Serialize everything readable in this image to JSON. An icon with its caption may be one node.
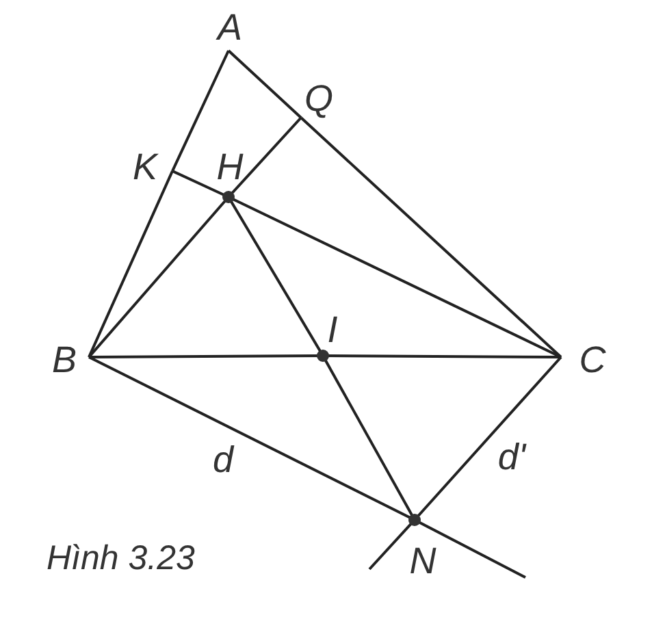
{
  "diagram": {
    "caption": "Hình 3.23",
    "nodes": [
      {
        "text": [
          "A"
        ]
      },
      {
        "text": [
          "Q"
        ]
      },
      {
        "text": [
          "K"
        ]
      },
      {
        "text": [
          "H"
        ]
      },
      {
        "text": [
          "B"
        ]
      },
      {
        "text": [
          "I"
        ]
      },
      {
        "text": [
          "C"
        ]
      },
      {
        "text": [
          "N"
        ]
      }
    ],
    "edges": [
      {
        "from": 0,
        "to": 2,
        "arrow": "none"
      },
      {
        "from": 2,
        "to": 4,
        "arrow": "none"
      },
      {
        "from": 0,
        "to": 1,
        "arrow": "none"
      },
      {
        "from": 1,
        "to": 6,
        "arrow": "none"
      },
      {
        "from": 2,
        "to": 3,
        "arrow": "none"
      },
      {
        "from": 3,
        "to": 6,
        "arrow": "none"
      },
      {
        "from": 4,
        "to": 3,
        "arrow": "none"
      },
      {
        "from": 3,
        "to": 1,
        "arrow": "none"
      },
      {
        "from": 4,
        "to": 5,
        "arrow": "none"
      },
      {
        "from": 5,
        "to": 6,
        "arrow": "none"
      },
      {
        "from": 3,
        "to": 5,
        "arrow": "none"
      },
      {
        "from": 5,
        "to": 7,
        "arrow": "none"
      },
      {
        "from": 4,
        "to": 7,
        "arrow": "none"
      },
      {
        "from": 6,
        "to": 7,
        "arrow": "none"
      },
      {
        "from": 7,
        "to": null,
        "arrow": "none"
      },
      {
        "from": 7,
        "to": null,
        "arrow": "none"
      }
    ],
    "labels": [
      "d",
      "d'"
    ]
  }
}
